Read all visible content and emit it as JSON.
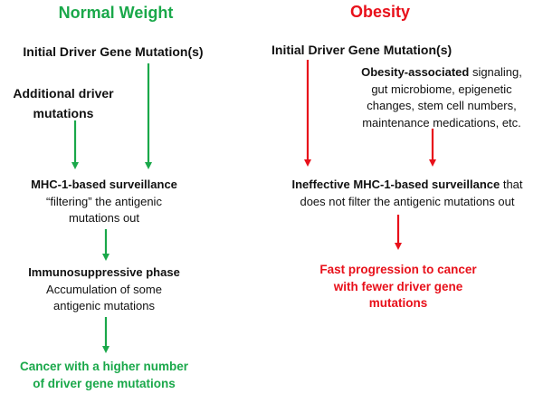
{
  "colors": {
    "normal": "#1aa84a",
    "obesity": "#e8101a",
    "text": "#111111"
  },
  "left": {
    "title": "Normal Weight",
    "initial": "Initial Driver Gene Mutation(s)",
    "additional": [
      "Additional driver",
      "mutations"
    ],
    "surveillance": {
      "bold": "MHC-1-based surveillance",
      "lines": [
        "“filtering” the antigenic",
        "mutations out"
      ]
    },
    "immuno": {
      "bold": "Immunosuppressive phase",
      "lines": [
        "Accumulation of some",
        "antigenic mutations"
      ]
    },
    "outcome": [
      "Cancer with a higher number",
      "of driver gene mutations"
    ]
  },
  "right": {
    "title": "Obesity",
    "initial": "Initial Driver Gene Mutation(s)",
    "factors": {
      "bold": "Obesity-associated",
      "line1_rest": " signaling,",
      "lines": [
        "gut microbiome, epigenetic",
        "changes, stem cell numbers,",
        "maintenance medications, etc."
      ]
    },
    "surveillance": {
      "bold": "Ineffective MHC-1-based surveillance",
      "line1_rest": " that",
      "line2": "does not filter the antigenic mutations out"
    },
    "outcome": [
      "Fast progression to cancer",
      "with fewer driver gene",
      "mutations"
    ]
  }
}
